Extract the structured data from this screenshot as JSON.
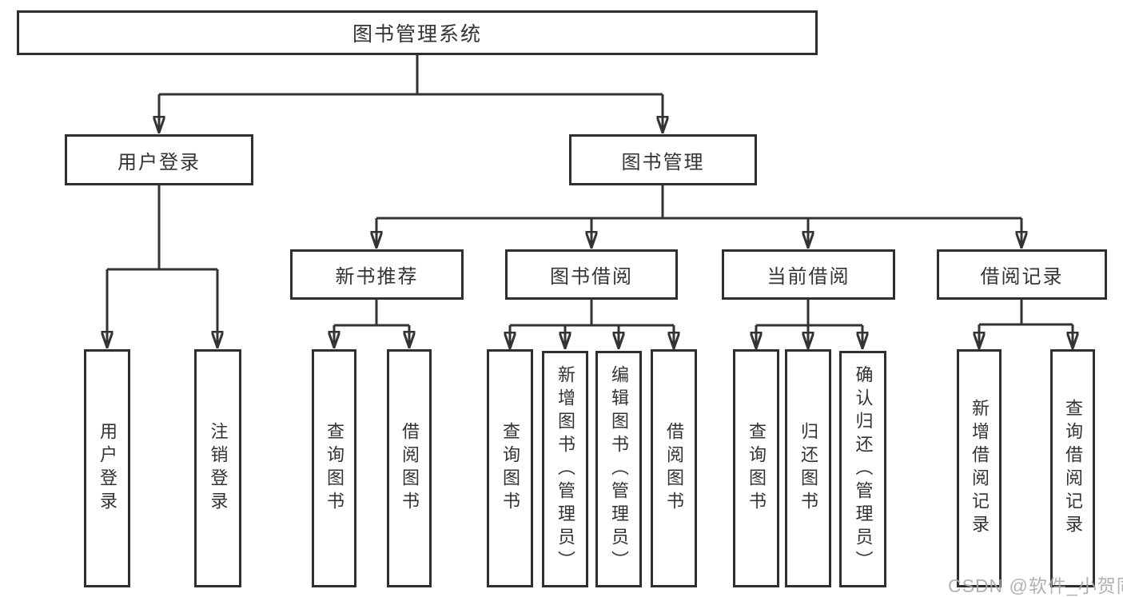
{
  "tree": {
    "root": {
      "label": "图书管理系统"
    },
    "branches": [
      {
        "label": "用户登录",
        "children": [
          "用户登录",
          "注销登录"
        ]
      },
      {
        "label": "图书管理",
        "sections": [
          {
            "label": "新书推荐",
            "children": [
              "查询图书",
              "借阅图书"
            ]
          },
          {
            "label": "图书借阅",
            "children": [
              "查询图书",
              "新增图书（管理员）",
              "编辑图书（管理员）",
              "借阅图书"
            ]
          },
          {
            "label": "当前借阅",
            "children": [
              "查询图书",
              "归还图书",
              "确认归还（管理员）"
            ]
          },
          {
            "label": "借阅记录",
            "children": [
              "新增借阅记录",
              "查询借阅记录"
            ]
          }
        ]
      }
    ]
  },
  "colors": {
    "line": "#333333",
    "border": "#2f2f2f",
    "text": "#333333",
    "watermark": "#a9a9a9",
    "background": "#ffffff"
  },
  "watermark": {
    "text": "CSDN @软件_小贺同学"
  }
}
